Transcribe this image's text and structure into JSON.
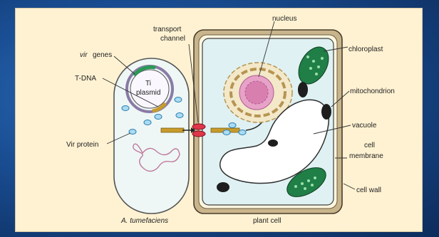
{
  "labels": {
    "nucleus": "nucleus",
    "transport": "transport",
    "channel": "channel",
    "vir_italic": "vir",
    "vir_genes": "genes",
    "chloroplast": "chloroplast",
    "ti": "Ti",
    "plasmid": "plasmid",
    "tdna": "T-DNA",
    "mitochondrion": "mitochondrion",
    "vacuole": "vacuole",
    "vir_protein": "Vir protein",
    "cell": "cell",
    "membrane": "membrane",
    "cell_wall": "cell wall",
    "bacterium": "A. tumefaciens",
    "plant_cell": "plant cell"
  },
  "colors": {
    "panel": "#fff2d2",
    "cell_wall": "#b99e6c",
    "cytoplasm": "#dff1f3",
    "chloroplast": "#1f7f47",
    "nucleus": "#e7a2c8",
    "tdna": "#c89b2a",
    "channel": "#e0364a"
  }
}
